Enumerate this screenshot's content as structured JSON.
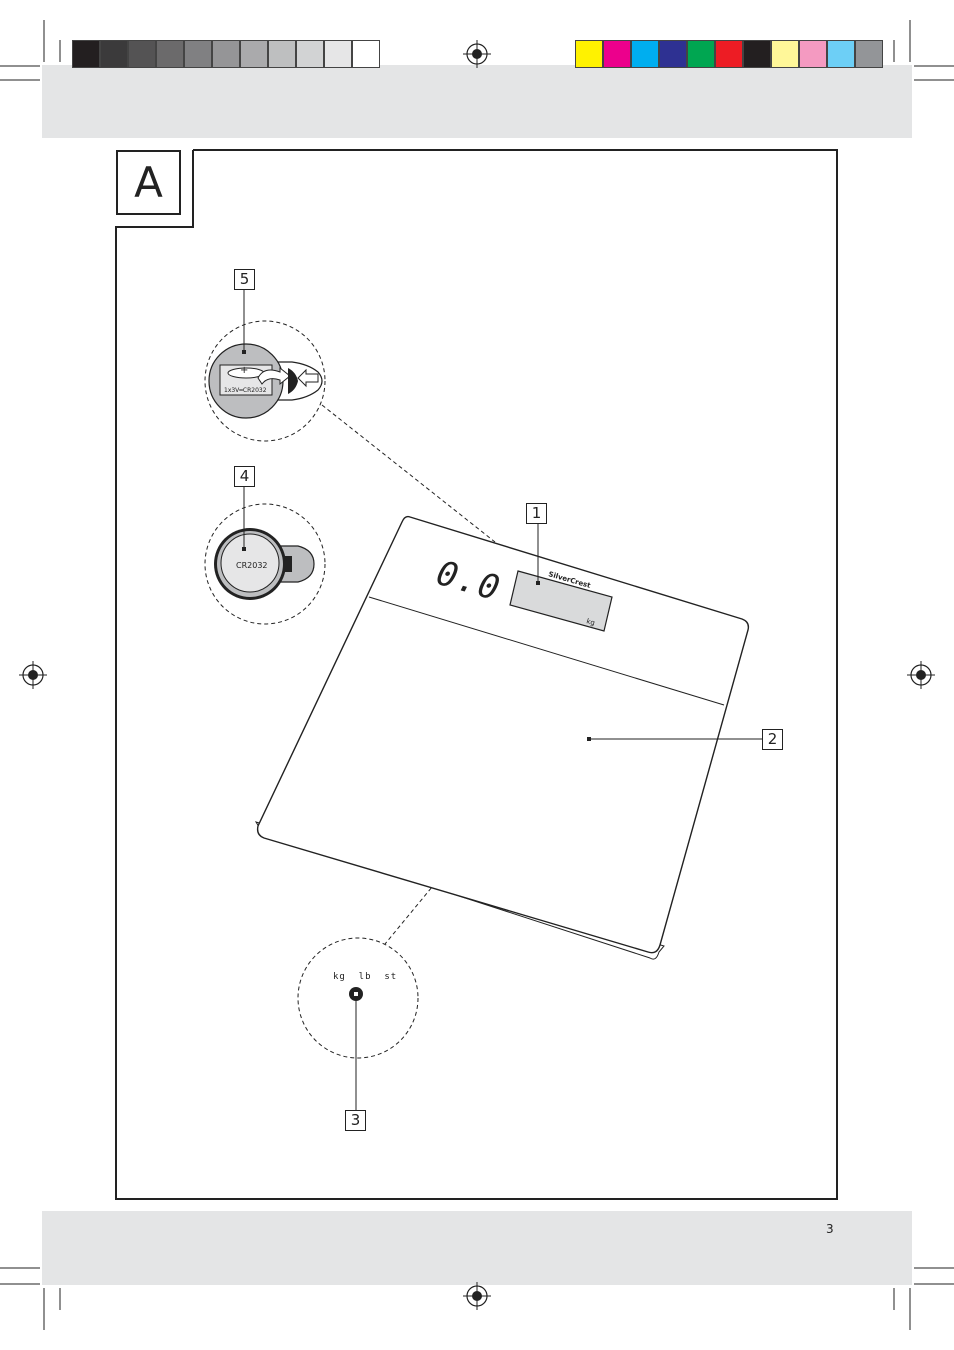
{
  "section": {
    "letter": "A"
  },
  "callouts": [
    "1",
    "2",
    "3",
    "4",
    "5"
  ],
  "battery": {
    "compartment_label": "1x3V═CR2032",
    "polarity": "+",
    "cell_label": "CR2032"
  },
  "scale": {
    "brand": "SilverCrest",
    "display_reading": "0.0",
    "display_unit": "kg"
  },
  "unit_switch": {
    "units": "kg  lb  st"
  },
  "footer": {
    "page_number": "3"
  },
  "colors": {
    "band_gray": "#e4e5e6",
    "grayscale_bar": [
      "#231f20",
      "#3b3a3b",
      "#545354",
      "#6b6a6b",
      "#808082",
      "#959597",
      "#aaaaac",
      "#bebfc0",
      "#d2d3d4",
      "#e6e6e7",
      "#ffffff"
    ],
    "process_bar": [
      "#fff200",
      "#ec008c",
      "#00aeef",
      "#2e3192",
      "#00a651",
      "#ed1c24",
      "#231f20",
      "#fff799",
      "#f49ac1",
      "#6dcff6",
      "#939598"
    ]
  }
}
